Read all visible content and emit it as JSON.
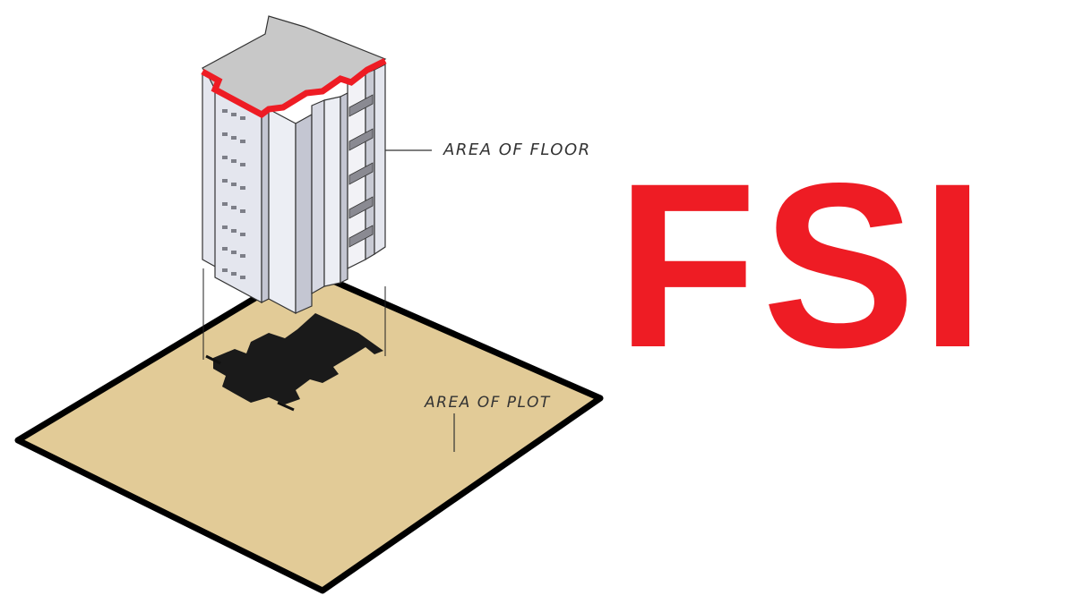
{
  "title": "FSI",
  "labels": {
    "floor": "AREA OF FLOOR",
    "plot": "AREA OF PLOT"
  },
  "colors": {
    "accent_red": "#ee1c24",
    "plot_fill": "#e2cb97",
    "outline": "#000000",
    "building_light": "#e4e6ee",
    "building_mid": "#c4c6d2",
    "roof": "#c8c8c8",
    "footprint": "#1a1a1a"
  }
}
